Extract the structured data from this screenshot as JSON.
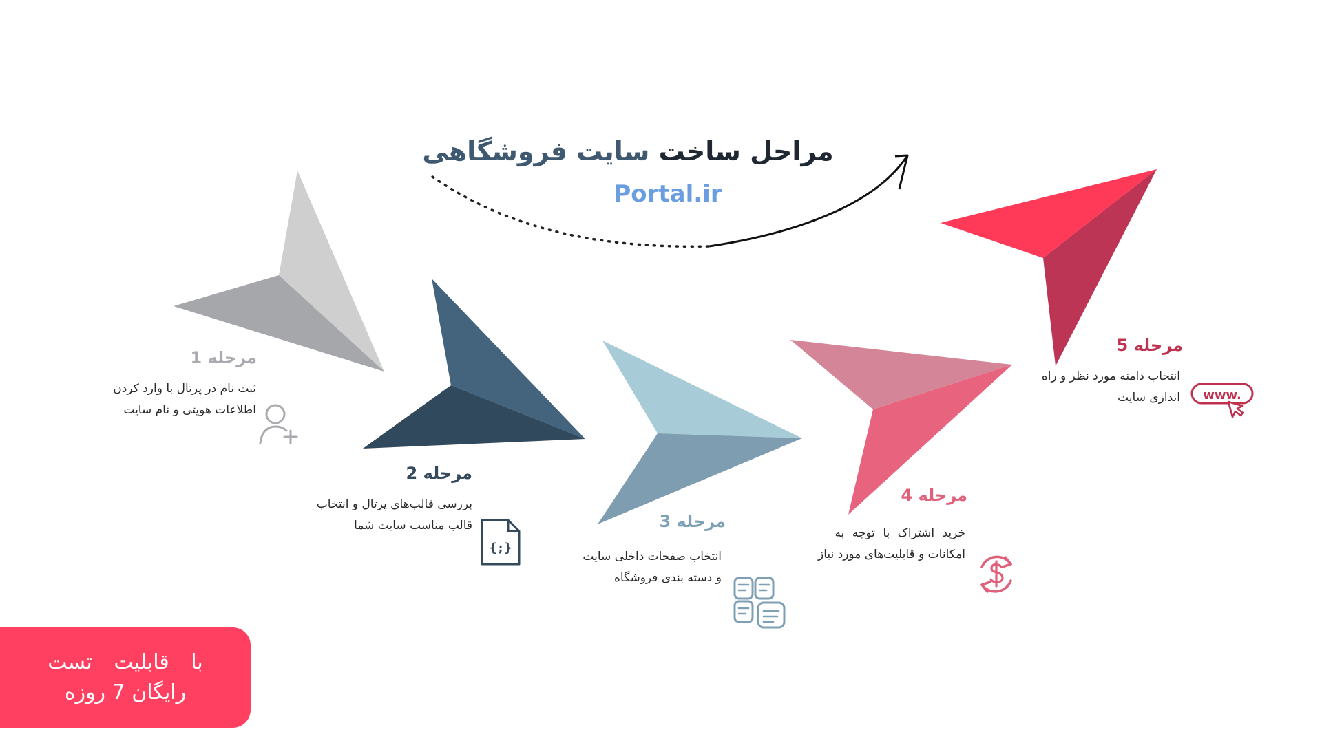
{
  "header": {
    "title_part1": "مراحل ساخت",
    "title_part2": "سایت فروشگاهی",
    "brand": "Portal.ir"
  },
  "steps": [
    {
      "title": "مرحله 1",
      "line1": "ثبت نام در پرتال با وارد کردن",
      "line2": "اطلاعات هویتی و نام سایت",
      "icon": "user-plus-icon",
      "color": "#a9abb0"
    },
    {
      "title": "مرحله 2",
      "line1": "بررسی قالب‌های پرتال و انتخاب",
      "line2": "قالب مناسب سایت شما",
      "icon": "code-file-icon",
      "color": "#34495c"
    },
    {
      "title": "مرحله 3",
      "line1": "انتخاب صفحات داخلی سایت",
      "line2": "و دسته بندی فروشگاه",
      "icon": "pages-icon",
      "color": "#7fa0b4"
    },
    {
      "title": "مرحله 4",
      "line1": "خرید اشتراک با توجه به",
      "line2": "امکانات و قابلیت‌های مورد نیاز",
      "icon": "dollar-refresh-icon",
      "color": "#e0607a"
    },
    {
      "title": "مرحله 5",
      "line1": "انتخاب دامنه مورد نظر و راه",
      "line2": "اندازی سایت",
      "icon": "www-icon",
      "color": "#c0304f"
    }
  ],
  "www_text": "www.",
  "code_icon_text": "{;}",
  "badge": {
    "line1": "با قابلیت تست",
    "line2": "رایگان 7 روزه"
  },
  "colors": {
    "accent": "#ff4060",
    "brand": "#6a9ee0",
    "dark": "#34495c"
  }
}
